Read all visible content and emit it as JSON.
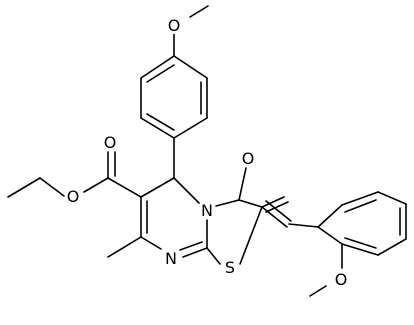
{
  "molecule": {
    "atoms": {
      "o_methoxy_top": "O",
      "o_ester_carbonyl": "O",
      "o_ester_ether": "O",
      "n_ring": "N",
      "o_ketone": "O",
      "n_imine": "N",
      "s_thiazole": "S",
      "o_methoxy_bottom": "O"
    }
  }
}
